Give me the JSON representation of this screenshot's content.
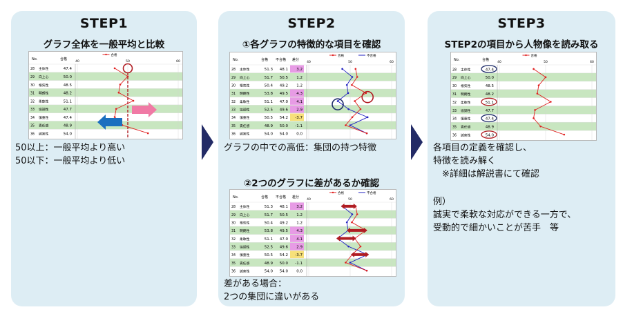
{
  "steps": [
    {
      "title": "STEP1",
      "subtitle": "グラフ全体を一般平均と比較",
      "notes": [
        "50以上：一般平均より高い",
        "50以下：一般平均より低い"
      ]
    },
    {
      "title": "STEP2",
      "subtitle_a": "①各グラフの特徴的な項目を確認",
      "note_a": "グラフの中での高低：集団の持つ特徴",
      "subtitle_b": "②2つのグラフに差があるか確認",
      "notes_b": [
        "差がある場合：",
        "2つの集団に違いがある"
      ]
    },
    {
      "title": "STEP3",
      "subtitle": "STEP2の項目から人物像を読み取る",
      "notes": [
        "各項目の定義を確認し、",
        "特徴を読み解く",
        "　※詳細は解説書にて確認",
        "",
        "例）",
        "誠実で柔軟な対応ができる一方で、",
        "受動的で細かいことが苦手　等"
      ]
    }
  ],
  "table": {
    "header": {
      "no": "No.",
      "pass": "合格",
      "fail": "不合格",
      "diff": "差分"
    },
    "legend": {
      "pass": "合格",
      "fail": "不合格"
    },
    "axis_ticks": [
      "40",
      "50",
      "60"
    ],
    "rows": [
      {
        "no": "28",
        "name": "主体性",
        "pass": "51.3",
        "fail": "48.1",
        "diff": "3.2"
      },
      {
        "no": "29",
        "name": "向上心",
        "pass": "51.7",
        "fail": "50.5",
        "diff": "1.2"
      },
      {
        "no": "30",
        "name": "根気性",
        "pass": "50.4",
        "fail": "49.2",
        "diff": "1.2"
      },
      {
        "no": "31",
        "name": "明朗性",
        "pass": "53.8",
        "fail": "49.5",
        "diff": "4.3"
      },
      {
        "no": "32",
        "name": "柔軟性",
        "pass": "51.1",
        "fail": "47.0",
        "diff": "4.1"
      },
      {
        "no": "33",
        "name": "協調性",
        "pass": "52.5",
        "fail": "49.6",
        "diff": "2.9"
      },
      {
        "no": "34",
        "name": "慎重性",
        "pass": "50.5",
        "fail": "54.2",
        "diff": "-3.7"
      },
      {
        "no": "35",
        "name": "責任感",
        "pass": "48.9",
        "fail": "50.0",
        "diff": "-1.1"
      },
      {
        "no": "36",
        "name": "誠実性",
        "pass": "54.0",
        "fail": "54.0",
        "diff": "0.0"
      }
    ],
    "single_rows": [
      {
        "no": "28",
        "name": "主体性",
        "value": "47.4"
      },
      {
        "no": "29",
        "name": "向上心",
        "value": "50.0"
      },
      {
        "no": "30",
        "name": "根気性",
        "value": "48.5"
      },
      {
        "no": "31",
        "name": "明朗性",
        "value": "48.2"
      },
      {
        "no": "32",
        "name": "柔軟性",
        "value": "51.1"
      },
      {
        "no": "33",
        "name": "協調性",
        "value": "47.7"
      },
      {
        "no": "34",
        "name": "慎重性",
        "value": "47.4"
      },
      {
        "no": "35",
        "name": "責任感",
        "value": "48.9"
      },
      {
        "no": "36",
        "name": "誠実性",
        "value": "54.0"
      }
    ]
  },
  "colors": {
    "panel_bg": "#ddedf4",
    "step_arrow": "#232b66",
    "row_green": "#c8e6c0",
    "diff_pink": "#e79be5",
    "diff_yellow": "#f7e07a",
    "pass_line": "#e02020",
    "fail_line": "#2020c0",
    "circle_red": "#b01c22",
    "circle_navy": "#1f2d6b",
    "arrow_pink": "#f07aa5",
    "arrow_blue": "#1b6fbf",
    "arrow_darkred": "#b01c22"
  }
}
